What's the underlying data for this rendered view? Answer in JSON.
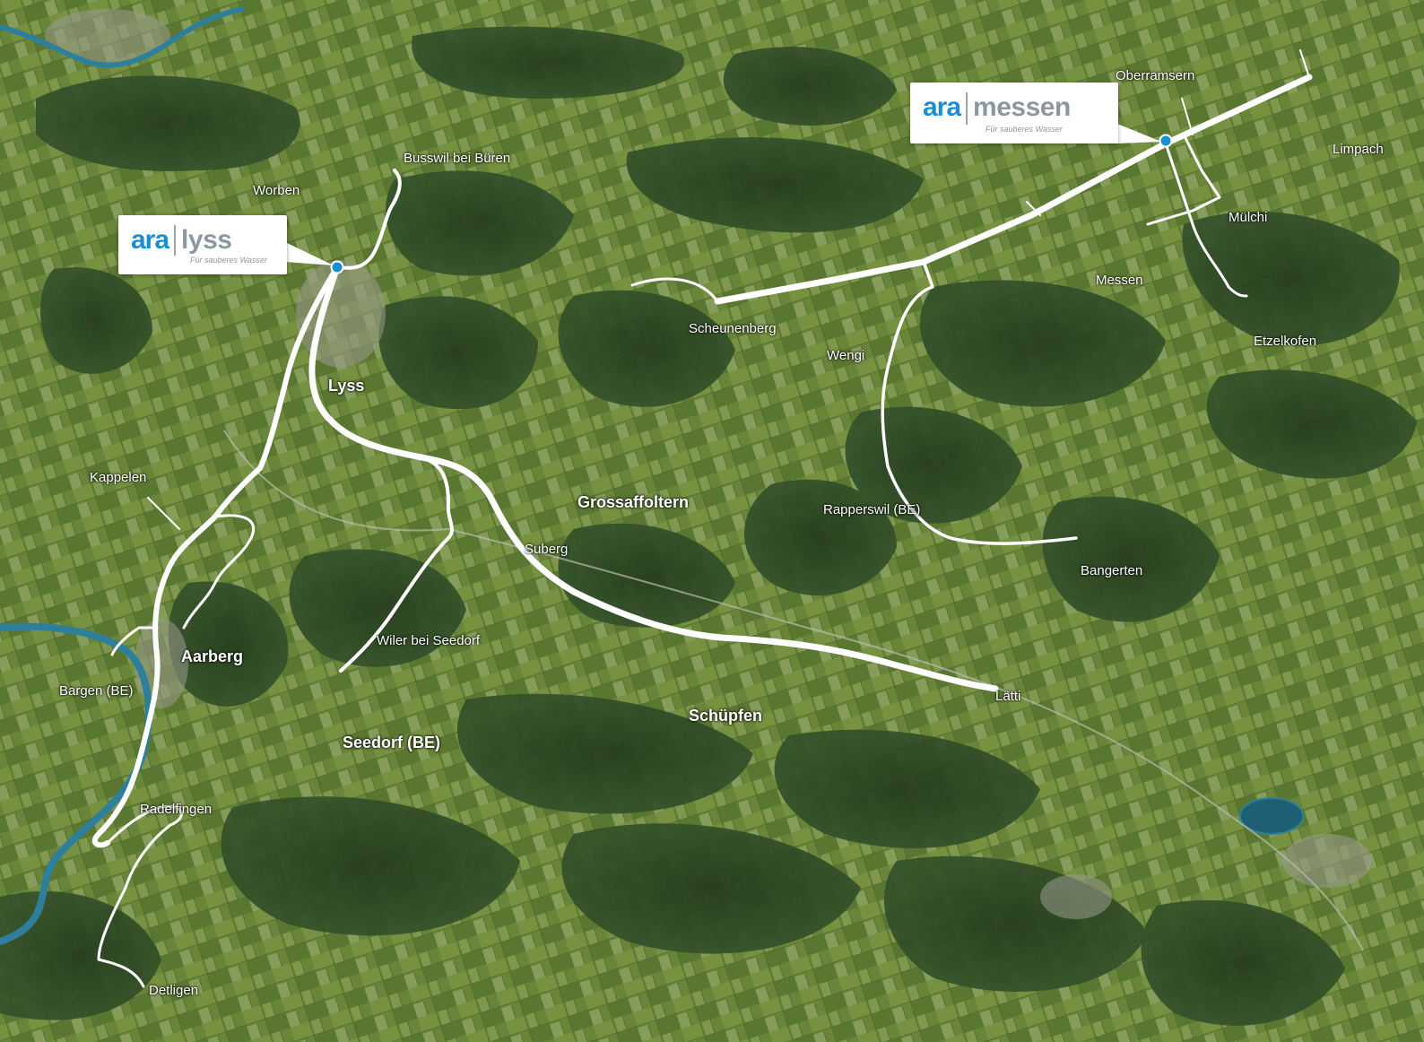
{
  "map": {
    "type": "aerial-route-map",
    "colors": {
      "pipeline": "#ffffff",
      "river": "#2e7f9c",
      "forest": "#2f4a25",
      "field": "#6f8b3c",
      "plant_marker": "#1a8fd0"
    }
  },
  "plants": [
    {
      "id": "lyss",
      "brand": "ara",
      "name": "lyss",
      "tagline": "Für sauberes Wasser",
      "icon": "treatment-plant-marker-icon"
    },
    {
      "id": "messen",
      "brand": "ara",
      "name": "messen",
      "tagline": "Für sauberes Wasser",
      "icon": "treatment-plant-marker-icon"
    }
  ],
  "places": [
    {
      "name": "Worben",
      "major": false
    },
    {
      "name": "Busswil bei Büren",
      "major": false
    },
    {
      "name": "Lyss",
      "major": true
    },
    {
      "name": "Kappelen",
      "major": false
    },
    {
      "name": "Aarberg",
      "major": true
    },
    {
      "name": "Bargen (BE)",
      "major": false
    },
    {
      "name": "Radelfingen",
      "major": false
    },
    {
      "name": "Detligen",
      "major": false
    },
    {
      "name": "Seedorf (BE)",
      "major": true
    },
    {
      "name": "Wiler bei Seedorf",
      "major": false
    },
    {
      "name": "Suberg",
      "major": false
    },
    {
      "name": "Grossaffoltern",
      "major": true
    },
    {
      "name": "Schüpfen",
      "major": true
    },
    {
      "name": "Scheunenberg",
      "major": false
    },
    {
      "name": "Wengi",
      "major": false
    },
    {
      "name": "Rapperswil (BE)",
      "major": false
    },
    {
      "name": "Bangerten",
      "major": false
    },
    {
      "name": "Lätti",
      "major": false
    },
    {
      "name": "Oberramsern",
      "major": false
    },
    {
      "name": "Limpach",
      "major": false
    },
    {
      "name": "Mülchi",
      "major": false
    },
    {
      "name": "Messen",
      "major": false
    },
    {
      "name": "Etzelkofen",
      "major": false
    }
  ]
}
